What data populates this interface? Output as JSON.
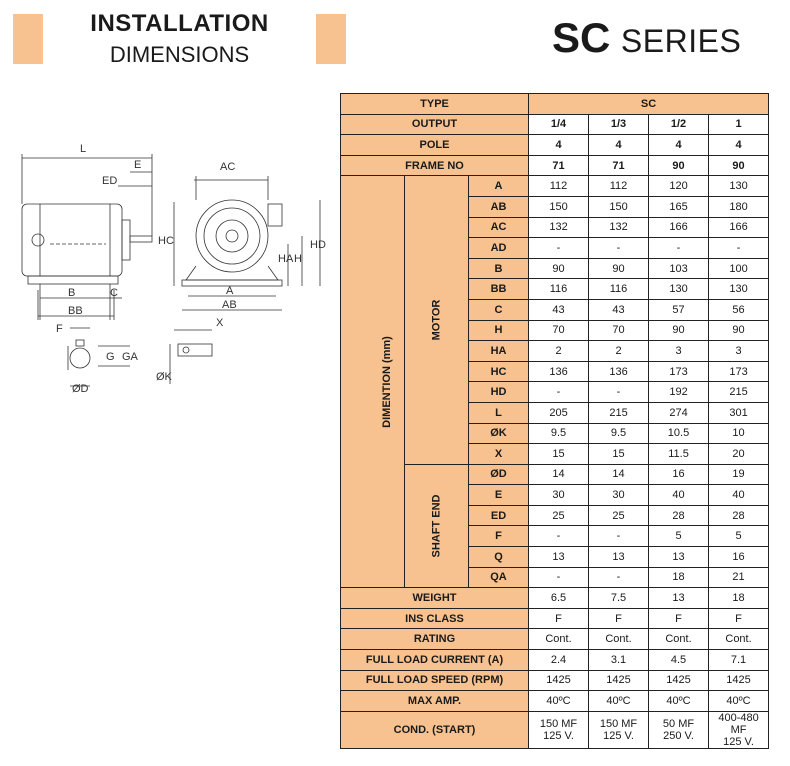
{
  "header": {
    "title_line1": "INSTALLATION",
    "title_line2": "DIMENSIONS",
    "series_bold": "SC",
    "series_text": "SERIES",
    "accent_color": "#f7c28f"
  },
  "drawing_labels": {
    "L": "L",
    "E": "E",
    "ED": "ED",
    "AC": "AC",
    "HC": "HC",
    "HA": "HA",
    "H": "H",
    "HD": "HD",
    "B": "B",
    "C": "C",
    "BB": "BB",
    "A": "A",
    "AB": "AB",
    "F": "F",
    "G": "G",
    "GA": "GA",
    "D": "ØD",
    "X": "X",
    "K": "ØK"
  },
  "table": {
    "type_label": "TYPE",
    "type_value": "SC",
    "output_label": "OUTPUT",
    "output_values": [
      "1/4",
      "1/3",
      "1/2",
      "1"
    ],
    "pole_label": "POLE",
    "pole_values": [
      "4",
      "4",
      "4",
      "4"
    ],
    "frame_label": "FRAME NO",
    "frame_values": [
      "71",
      "71",
      "90",
      "90"
    ],
    "dimention_label": "DIMENTION (mm)",
    "motor_label": "MOTOR",
    "shaft_label": "SHAFT END",
    "motor_rows": [
      {
        "label": "A",
        "values": [
          "112",
          "112",
          "120",
          "130"
        ]
      },
      {
        "label": "AB",
        "values": [
          "150",
          "150",
          "165",
          "180"
        ]
      },
      {
        "label": "AC",
        "values": [
          "132",
          "132",
          "166",
          "166"
        ]
      },
      {
        "label": "AD",
        "values": [
          "-",
          "-",
          "-",
          "-"
        ]
      },
      {
        "label": "B",
        "values": [
          "90",
          "90",
          "103",
          "100"
        ]
      },
      {
        "label": "BB",
        "values": [
          "116",
          "116",
          "130",
          "130"
        ]
      },
      {
        "label": "C",
        "values": [
          "43",
          "43",
          "57",
          "56"
        ]
      },
      {
        "label": "H",
        "values": [
          "70",
          "70",
          "90",
          "90"
        ]
      },
      {
        "label": "HA",
        "values": [
          "2",
          "2",
          "3",
          "3"
        ]
      },
      {
        "label": "HC",
        "values": [
          "136",
          "136",
          "173",
          "173"
        ]
      },
      {
        "label": "HD",
        "values": [
          "-",
          "-",
          "192",
          "215"
        ]
      },
      {
        "label": "L",
        "values": [
          "205",
          "215",
          "274",
          "301"
        ]
      },
      {
        "label": "ØK",
        "values": [
          "9.5",
          "9.5",
          "10.5",
          "10"
        ]
      },
      {
        "label": "X",
        "values": [
          "15",
          "15",
          "11.5",
          "20"
        ]
      }
    ],
    "shaft_rows": [
      {
        "label": "ØD",
        "values": [
          "14",
          "14",
          "16",
          "19"
        ]
      },
      {
        "label": "E",
        "values": [
          "30",
          "30",
          "40",
          "40"
        ]
      },
      {
        "label": "ED",
        "values": [
          "25",
          "25",
          "28",
          "28"
        ]
      },
      {
        "label": "F",
        "values": [
          "-",
          "-",
          "5",
          "5"
        ]
      },
      {
        "label": "Q",
        "values": [
          "13",
          "13",
          "13",
          "16"
        ]
      },
      {
        "label": "QA",
        "values": [
          "-",
          "-",
          "18",
          "21"
        ]
      }
    ],
    "bottom_rows": [
      {
        "label": "WEIGHT",
        "values": [
          "6.5",
          "7.5",
          "13",
          "18"
        ]
      },
      {
        "label": "INS CLASS",
        "values": [
          "F",
          "F",
          "F",
          "F"
        ]
      },
      {
        "label": "RATING",
        "values": [
          "Cont.",
          "Cont.",
          "Cont.",
          "Cont."
        ]
      },
      {
        "label": "FULL LOAD CURRENT (A)",
        "values": [
          "2.4",
          "3.1",
          "4.5",
          "7.1"
        ]
      },
      {
        "label": "FULL LOAD SPEED (RPM)",
        "values": [
          "1425",
          "1425",
          "1425",
          "1425"
        ]
      },
      {
        "label": "MAX AMP.",
        "values": [
          "40ºC",
          "40ºC",
          "40ºC",
          "40ºC"
        ]
      }
    ],
    "cond_label": "COND. (START)",
    "cond_values": [
      {
        "line1": "150 MF",
        "line2": "125 V."
      },
      {
        "line1": "150 MF",
        "line2": "125 V."
      },
      {
        "line1": "50 MF",
        "line2": "250 V."
      },
      {
        "line1": "400-480 MF",
        "line2": "125 V."
      }
    ]
  }
}
